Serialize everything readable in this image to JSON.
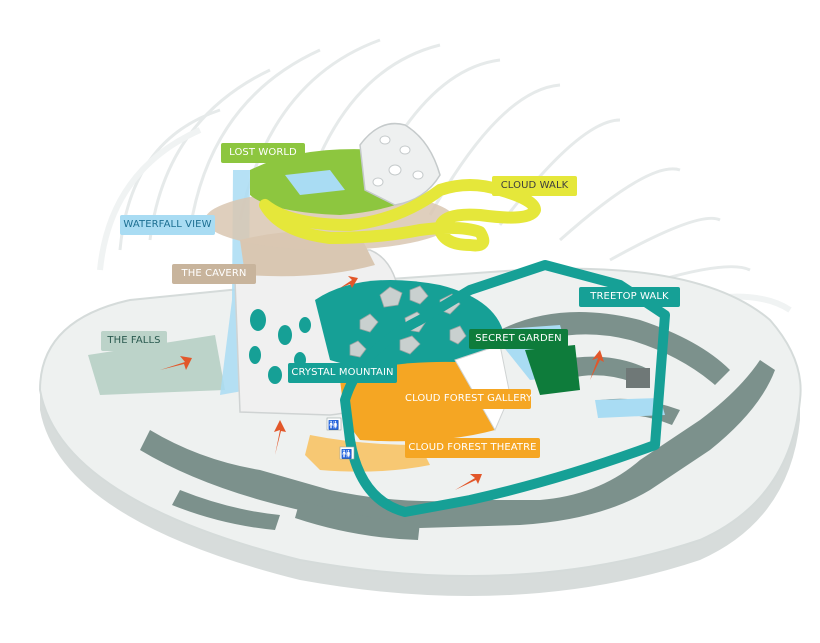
{
  "map": {
    "labels": {
      "lost_world": "LOST WORLD",
      "cloud_walk": "CLOUD WALK",
      "waterfall_view": "WATERFALL VIEW",
      "the_cavern": "THE CAVERN",
      "treetop_walk": "TREETOP WALK",
      "the_falls": "THE FALLS",
      "secret_garden": "SECRET GARDEN",
      "crystal_mountain": "CRYSTAL MOUNTAIN",
      "cloud_forest_gallery": "CLOUD FOREST GALLERY",
      "cloud_forest_theatre": "CLOUD FOREST THEATRE"
    },
    "colors": {
      "lost_world": "#8dc63f",
      "cloud_walk": "#e5e73a",
      "waterfall_view": "#a9dcf3",
      "the_cavern": "#c8b49c",
      "treetop_walk": "#16a096",
      "the_falls": "#bcd3c9",
      "secret_garden": "#0e7c3b",
      "crystal_mountain": "#16a096",
      "cloud_forest_gallery": "#f5a623",
      "cloud_forest_theatre": "#f5a623",
      "path_gray": "#7c918c",
      "dome_ribs": "#e8ecec"
    },
    "icons": [
      "restroom-icon",
      "restroom-icon",
      "direction-arrow-icon"
    ]
  }
}
